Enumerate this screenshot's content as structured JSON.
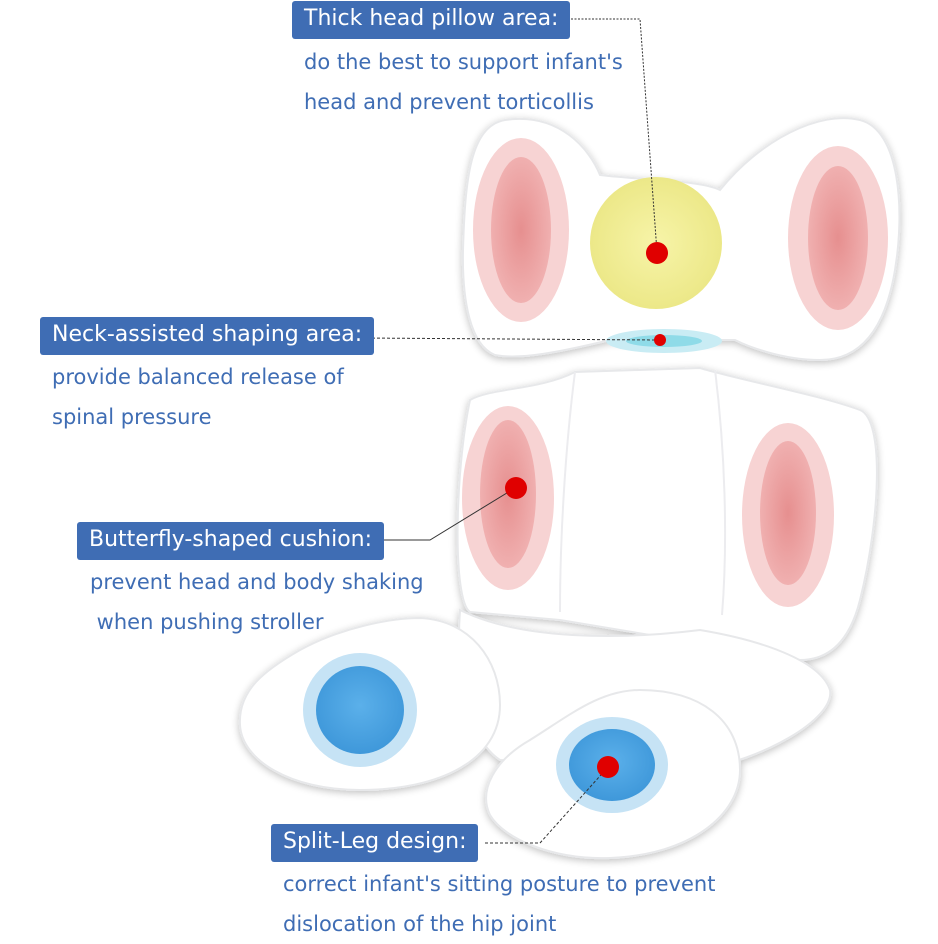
{
  "colors": {
    "label_bg": "#3f6db4",
    "label_text": "#ffffff",
    "description_text": "#3f6db4",
    "marker": "#e00000",
    "cushion_body": "#ffffff",
    "side_pads": "#e99c9c",
    "head_pillow": "#f2ef9a",
    "neck_area": "#7fd4e6",
    "leg_pads": "#5aa8e0"
  },
  "callouts": [
    {
      "id": "head-pillow",
      "label": "Thick head pillow area:",
      "lines": [
        "do the best to support infant's",
        "head and prevent torticollis"
      ]
    },
    {
      "id": "neck-area",
      "label": "Neck-assisted shaping area:",
      "lines": [
        "provide balanced release of",
        "spinal pressure"
      ]
    },
    {
      "id": "butterfly-cushion",
      "label": "Butterfly-shaped cushion:",
      "lines": [
        "prevent head and body shaking",
        " when pushing stroller"
      ]
    },
    {
      "id": "split-leg",
      "label": "Split-Leg design:",
      "lines": [
        "correct infant's sitting posture to prevent",
        "dislocation of the hip joint"
      ]
    }
  ]
}
